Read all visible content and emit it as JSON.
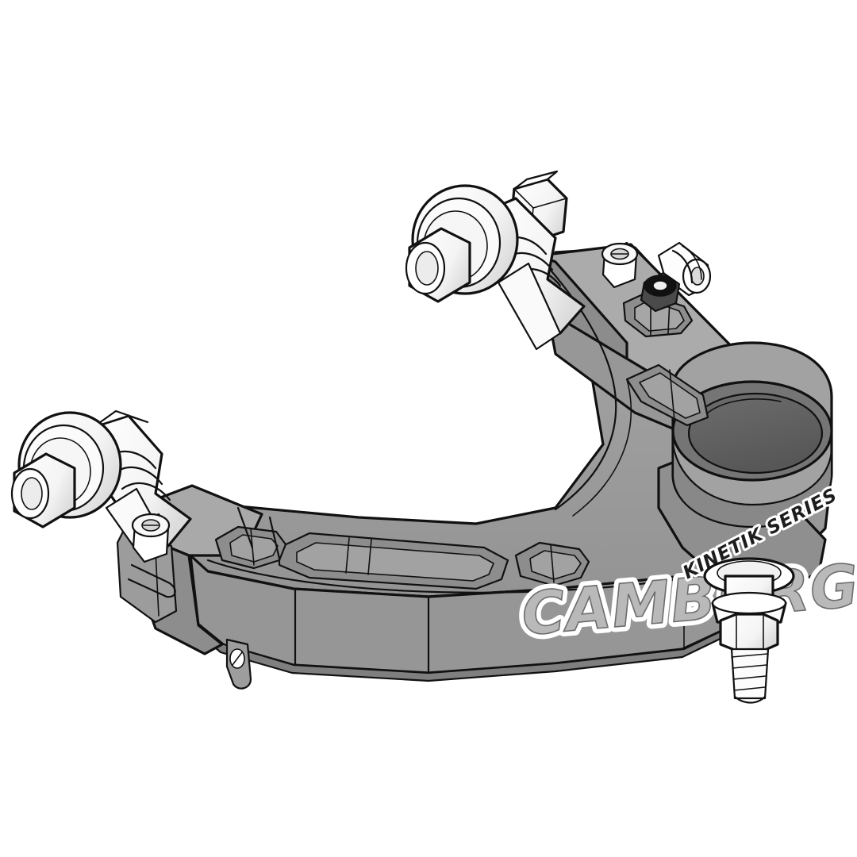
{
  "illustration": {
    "title": "Camburg Kinetik Series Billet Upper Control Arm",
    "view": "isometric line-art product render",
    "background_color": "#ffffff",
    "outline_color": "#111111"
  },
  "branding": {
    "brand_name": "CAMBURG",
    "series_name": "KINETIK SERIES",
    "brand_fill": "#b4b4b4",
    "brand_outline": "#ffffff",
    "placement": "lower front face of arm body"
  },
  "palette": {
    "body_top": "#a8a8a8",
    "body_face": "#9a9a9a",
    "body_shadow": "#868686",
    "body_deep": "#767676",
    "pocket_floor": "#8e8e8e",
    "pocket_wall": "#a0a0a0",
    "logo_band": "#8f8f8f",
    "ball_joint_cap": "#5f5f5f",
    "ball_joint_cap_rim": "#737373",
    "hardware_light": "#fdfdfd",
    "hardware_shade": "#e6e6e6",
    "hardware_mid": "#f2f2f2"
  },
  "components": [
    {
      "id": "arm-body",
      "label": "Billet aluminum U-shaped control arm body",
      "notes": "CNC machined with weight-relief pockets and ribbed truss"
    },
    {
      "id": "uniball-rear",
      "label": "Rear pivot uniball with misalignment spacer and hex nut",
      "position": "upper right"
    },
    {
      "id": "uniball-front",
      "label": "Front pivot uniball with misalignment spacer",
      "position": "left"
    },
    {
      "id": "ball-joint-housing",
      "label": "Ball joint housing boss with pressed cap",
      "position": "right"
    },
    {
      "id": "ball-joint-stud",
      "label": "Threaded ball joint stud with hex shoulder and washer",
      "position": "lower right"
    },
    {
      "id": "zerk-fitting",
      "label": "Zerk grease fitting",
      "position": "upper right boss"
    },
    {
      "id": "pinch-bolt-rear",
      "label": "Pinch clamp retaining bolt",
      "position": "upper right clamp"
    },
    {
      "id": "pinch-bolt-front",
      "label": "Pinch clamp retaining bolt",
      "position": "left clamp"
    },
    {
      "id": "brake-line-tab",
      "label": "Brake line mounting tab with hole",
      "position": "lower left underside"
    },
    {
      "id": "pocket-set",
      "label": "Machined weight relief pockets",
      "count": 5
    }
  ]
}
